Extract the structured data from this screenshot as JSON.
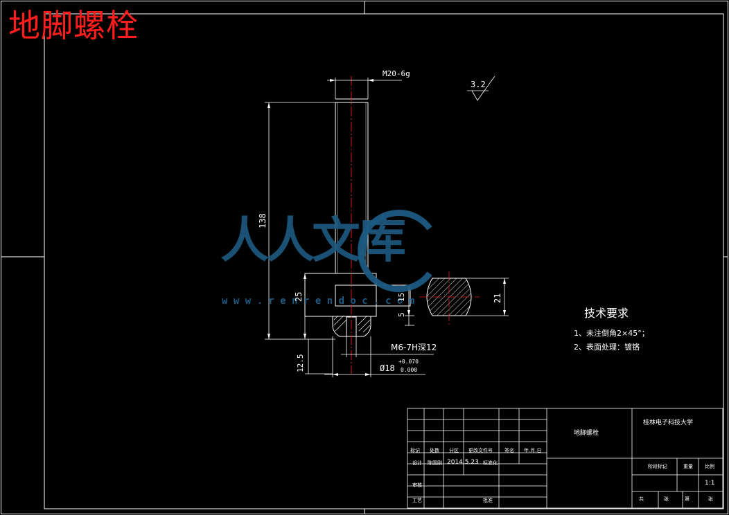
{
  "title": "地脚螺栓",
  "watermark": {
    "brand": "人人文库",
    "url": "w w w . r e n r e n d o c . c o m"
  },
  "dimensions": {
    "thread": "M20-6g",
    "roughness": "3.2",
    "length_total": "138",
    "head_height": "25",
    "dim_15": "15",
    "dim_5": "5",
    "dim_21": "21",
    "dim_12_5": "12.5",
    "inner_thread": "M6-7H深12",
    "diameter": "Ø18",
    "tol_upper": "+0.070",
    "tol_lower": "0.000"
  },
  "requirements": {
    "heading": "技术要求",
    "items": [
      "1、未注倒角2×45°；",
      "2、表面处理：镀铬"
    ]
  },
  "title_block": {
    "part_name": "地脚螺栓",
    "school": "桂林电子科技大学",
    "row_labels": [
      "标记",
      "处数",
      "分区",
      "更改文件号",
      "签名",
      "年.月.日"
    ],
    "designer_label": "设计",
    "designer": "陈国刚",
    "date": "2014.5.23",
    "standard_label": "标准化",
    "review_label": "审核",
    "craft_label": "工艺",
    "approve_label": "批准",
    "stage_label": "阶段标记",
    "weight_label": "重量",
    "scale_label": "比例",
    "scale": "1:1",
    "sheet_text": [
      "共",
      "张",
      "第",
      "张"
    ]
  }
}
